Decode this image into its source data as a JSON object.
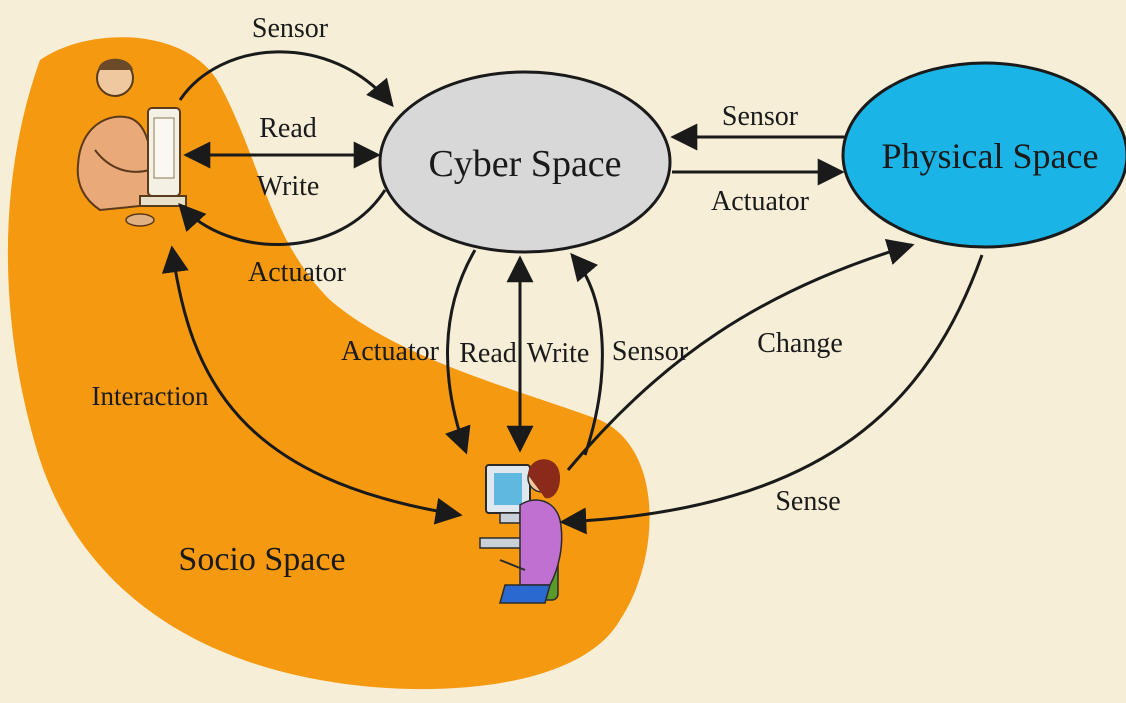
{
  "colors": {
    "background": "#f7eed8",
    "socio_region": "#f59a10",
    "cyber_fill": "#d8d8d8",
    "physical_fill": "#1ab4e6",
    "stroke": "#1a1a1a"
  },
  "nodes": {
    "cyber": {
      "label": "Cyber Space"
    },
    "physical": {
      "label": "Physical Space"
    },
    "socio": {
      "label": "Socio Space"
    }
  },
  "edge_labels": {
    "top_sensor": "Sensor",
    "top_read": "Read",
    "top_write": "Write",
    "top_actuator": "Actuator",
    "cp_sensor": "Sensor",
    "cp_actuator": "Actuator",
    "mid_actuator": "Actuator",
    "mid_read": "Read",
    "mid_write": "Write",
    "mid_sensor": "Sensor",
    "change": "Change",
    "sense": "Sense",
    "interaction": "Interaction"
  },
  "icons": {
    "person_top": "man-at-computer-icon",
    "person_bottom": "woman-at-computer-icon"
  }
}
